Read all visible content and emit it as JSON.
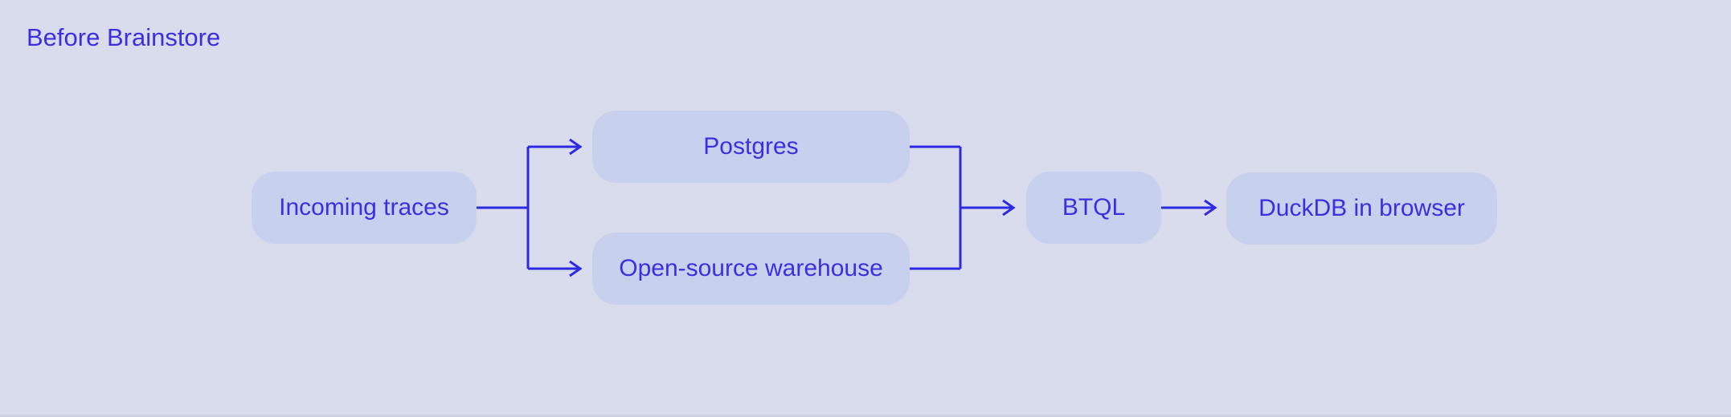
{
  "diagram": {
    "title": "Before Brainstore",
    "nodes": [
      {
        "id": "incoming-traces",
        "label": "Incoming traces"
      },
      {
        "id": "postgres",
        "label": "Postgres"
      },
      {
        "id": "open-source-warehouse",
        "label": "Open-source warehouse"
      },
      {
        "id": "btql",
        "label": "BTQL"
      },
      {
        "id": "duckdb-in-browser",
        "label": "DuckDB in browser"
      }
    ],
    "edges": [
      {
        "from": "incoming-traces",
        "to": "postgres"
      },
      {
        "from": "incoming-traces",
        "to": "open-source-warehouse"
      },
      {
        "from": "postgres",
        "to": "btql"
      },
      {
        "from": "open-source-warehouse",
        "to": "btql"
      },
      {
        "from": "btql",
        "to": "duckdb-in-browser"
      }
    ],
    "colors": {
      "background": "#d8dcec",
      "node_fill": "#c7d1ee",
      "accent_text": "#3b2fe0",
      "accent_line": "#2d2ae2",
      "bottom_strip": "#ced3e4"
    }
  }
}
